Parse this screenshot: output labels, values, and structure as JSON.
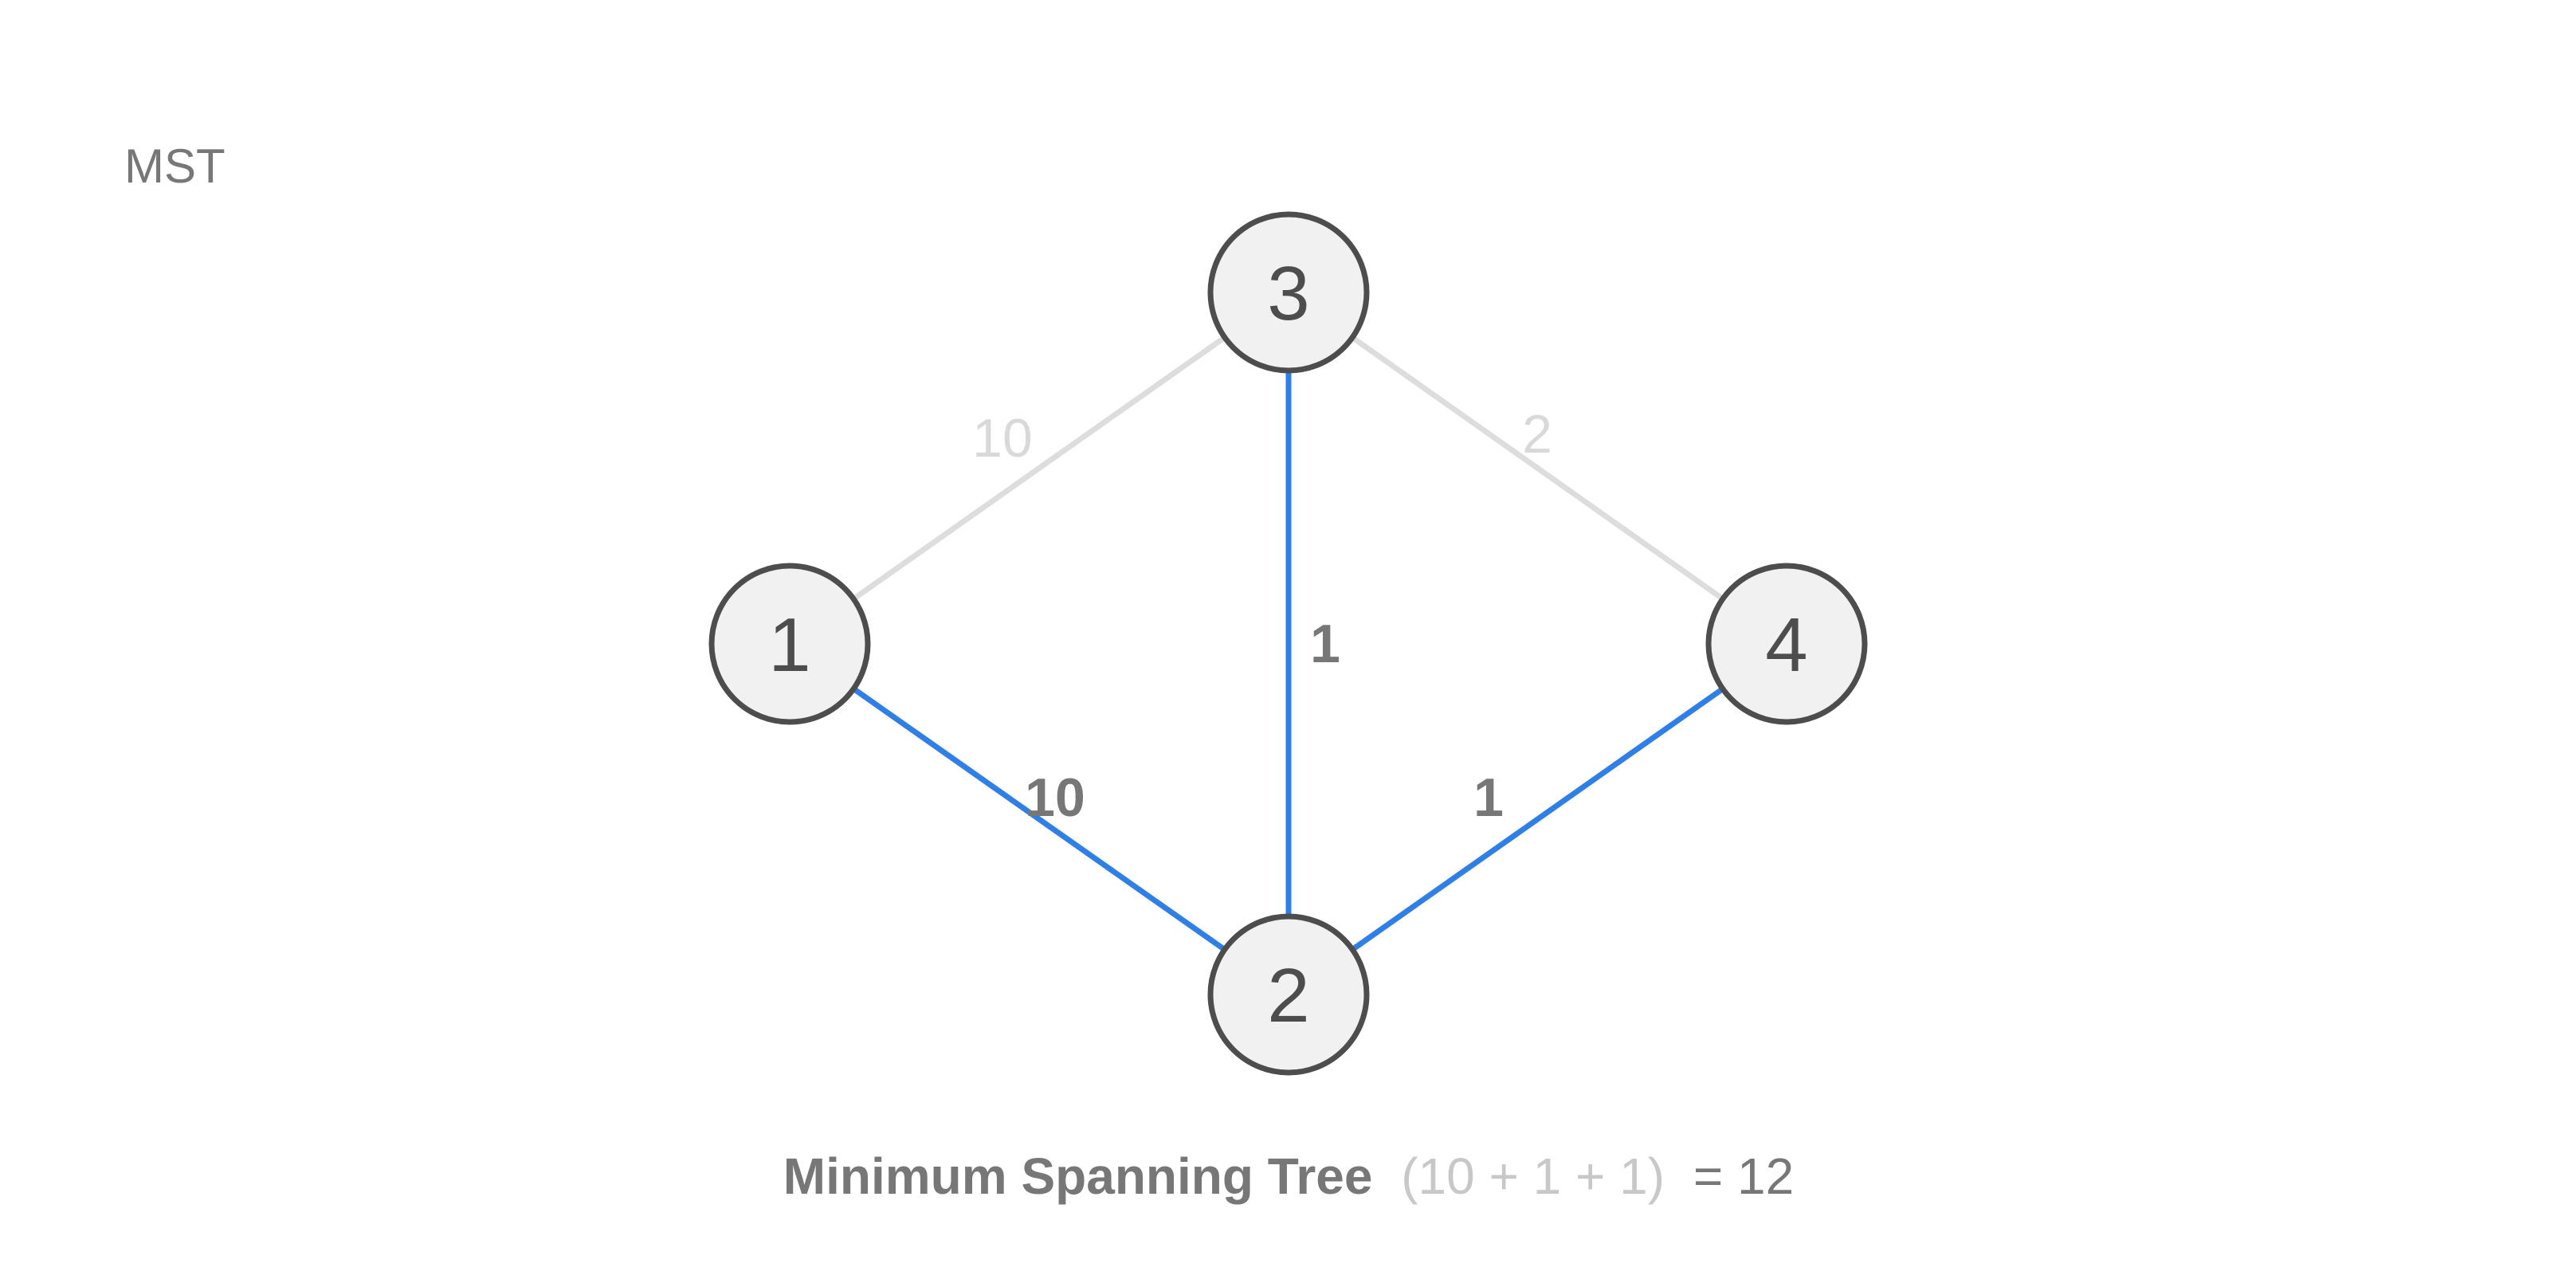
{
  "corner_label": "MST",
  "colors": {
    "tree_edge": "#2f7fe6",
    "other_edge": "#dddddd",
    "tree_weight": "#777777",
    "other_weight": "#d9d9d9"
  },
  "nodes": [
    {
      "id": "1",
      "label": "1"
    },
    {
      "id": "2",
      "label": "2"
    },
    {
      "id": "3",
      "label": "3"
    },
    {
      "id": "4",
      "label": "4"
    }
  ],
  "edges": [
    {
      "from": "1",
      "to": "3",
      "weight": "10",
      "in_tree": false
    },
    {
      "from": "3",
      "to": "4",
      "weight": "2",
      "in_tree": false
    },
    {
      "from": "1",
      "to": "2",
      "weight": "10",
      "in_tree": true
    },
    {
      "from": "3",
      "to": "2",
      "weight": "1",
      "in_tree": true
    },
    {
      "from": "2",
      "to": "4",
      "weight": "1",
      "in_tree": true
    }
  ],
  "caption": {
    "title": "Minimum Spanning Tree",
    "sum": "(10 + 1 + 1)",
    "total": "= 12"
  }
}
